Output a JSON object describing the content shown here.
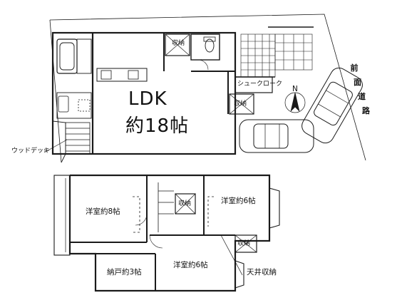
{
  "rooms": {
    "ldk_title": "LDK",
    "ldk_size": "約18帖",
    "storage_top": "収納",
    "storage_right": "収納",
    "shoe_closet": "シュークローク",
    "wood_deck": "ウッドデッキ",
    "western_8": "洋室約8帖",
    "western_6_right": "洋室約6帖",
    "western_6_bottom": "洋室約6帖",
    "storage_upper_mid": "収納",
    "storage_upper_right": "収納",
    "closet_3": "納戸約3帖",
    "ceiling_storage": "天井収納"
  },
  "road": {
    "chars": [
      "前",
      "面",
      "道",
      "路"
    ]
  },
  "compass": {
    "label": "N"
  },
  "colors": {
    "line": "#1a1a1a",
    "background": "#ffffff"
  }
}
